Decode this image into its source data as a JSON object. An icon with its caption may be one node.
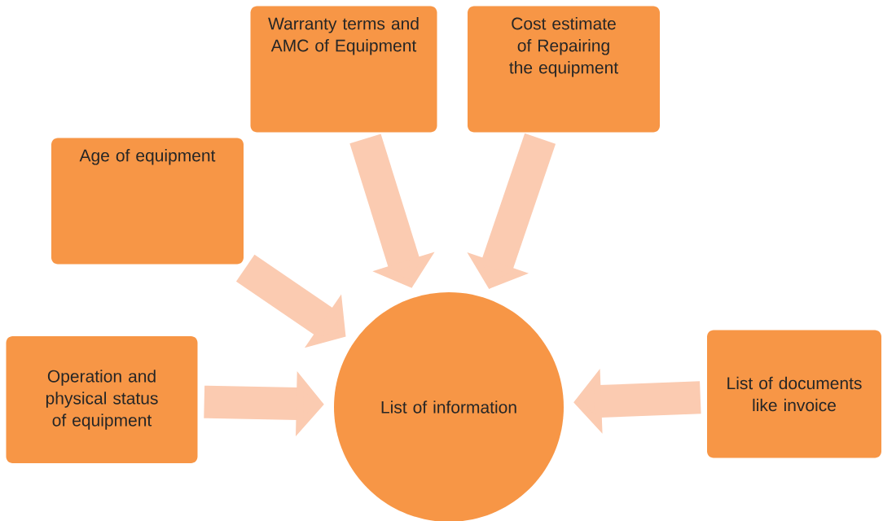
{
  "diagram": {
    "nodes": [
      {
        "text": [
          "Warranty terms and AMC of Equipment"
        ]
      },
      {
        "text": [
          "Cost estimate of Repairing the equipment"
        ]
      },
      {
        "text": [
          "Age of equipment"
        ]
      },
      {
        "text": [
          "Operation and physical status of equipment"
        ]
      },
      {
        "text": [
          "List of information"
        ]
      },
      {
        "text": [
          "List of documents like invoice"
        ]
      }
    ],
    "edges": [
      {
        "from": 0,
        "to": 4,
        "arrow": "to"
      },
      {
        "from": 1,
        "to": 4,
        "arrow": "to"
      },
      {
        "from": 2,
        "to": 4,
        "arrow": "to"
      },
      {
        "from": 3,
        "to": 4,
        "arrow": "to"
      },
      {
        "from": 5,
        "to": 4,
        "arrow": "to"
      }
    ]
  }
}
